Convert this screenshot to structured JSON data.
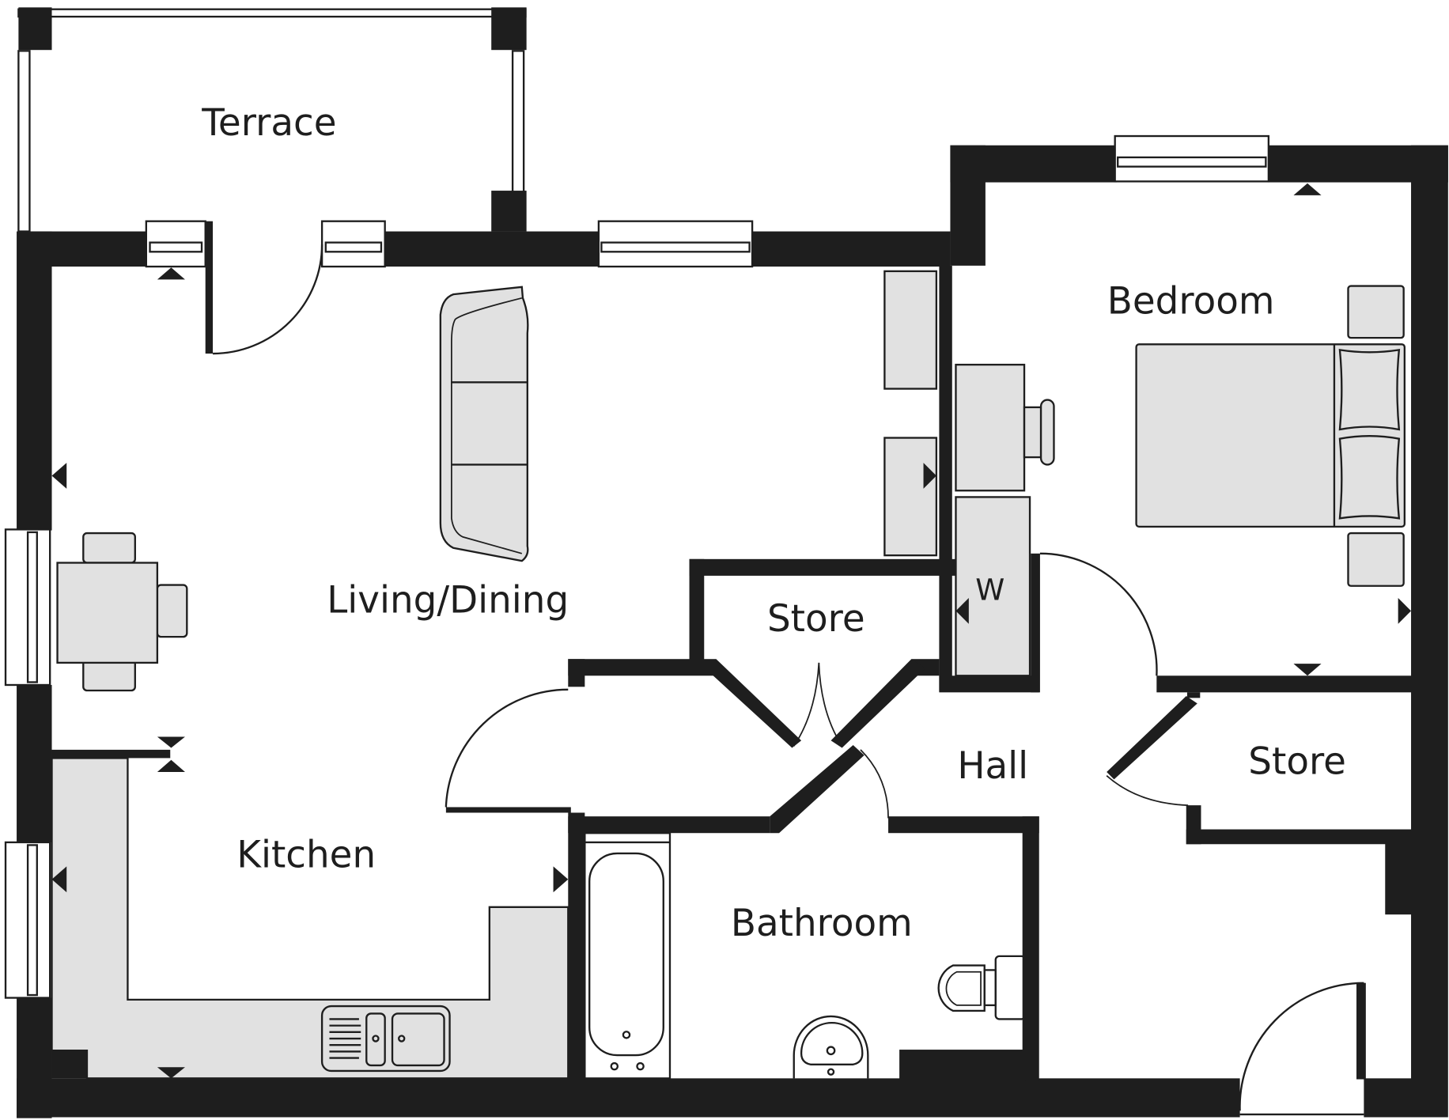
{
  "floorplan": {
    "rooms": {
      "terrace": "Terrace",
      "living_dining": "Living/Dining",
      "bedroom": "Bedroom",
      "store_1": "Store",
      "store_2": "Store",
      "hall": "Hall",
      "kitchen": "Kitchen",
      "bathroom": "Bathroom",
      "wardrobe": "W"
    },
    "colors": {
      "wall": "#1e1e1e",
      "furniture_fill": "#e1e1e1",
      "background": "#ffffff"
    }
  }
}
